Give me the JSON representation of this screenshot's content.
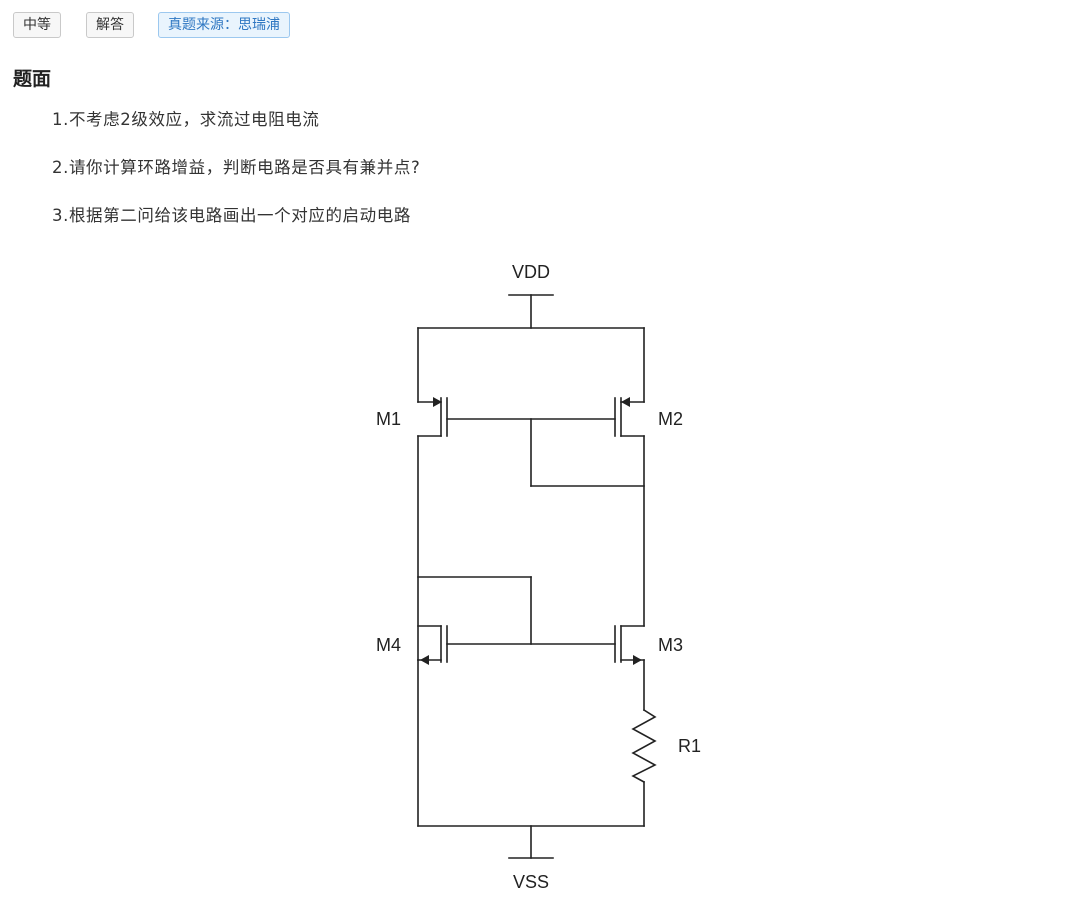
{
  "tags": {
    "difficulty": "中等",
    "answer": "解答",
    "source": "真题来源：思瑞浦"
  },
  "section": {
    "title": "题面"
  },
  "questions": [
    "1.不考虑2级效应，求流过电阻电流",
    "2.请你计算环路增益，判断电路是否具有兼并点?",
    "3.根据第二问给该电路画出一个对应的启动电路"
  ],
  "circuit": {
    "labels": {
      "vdd": "VDD",
      "vss": "VSS",
      "m1": "M1",
      "m2": "M2",
      "m3": "M3",
      "m4": "M4",
      "r1": "R1"
    }
  }
}
